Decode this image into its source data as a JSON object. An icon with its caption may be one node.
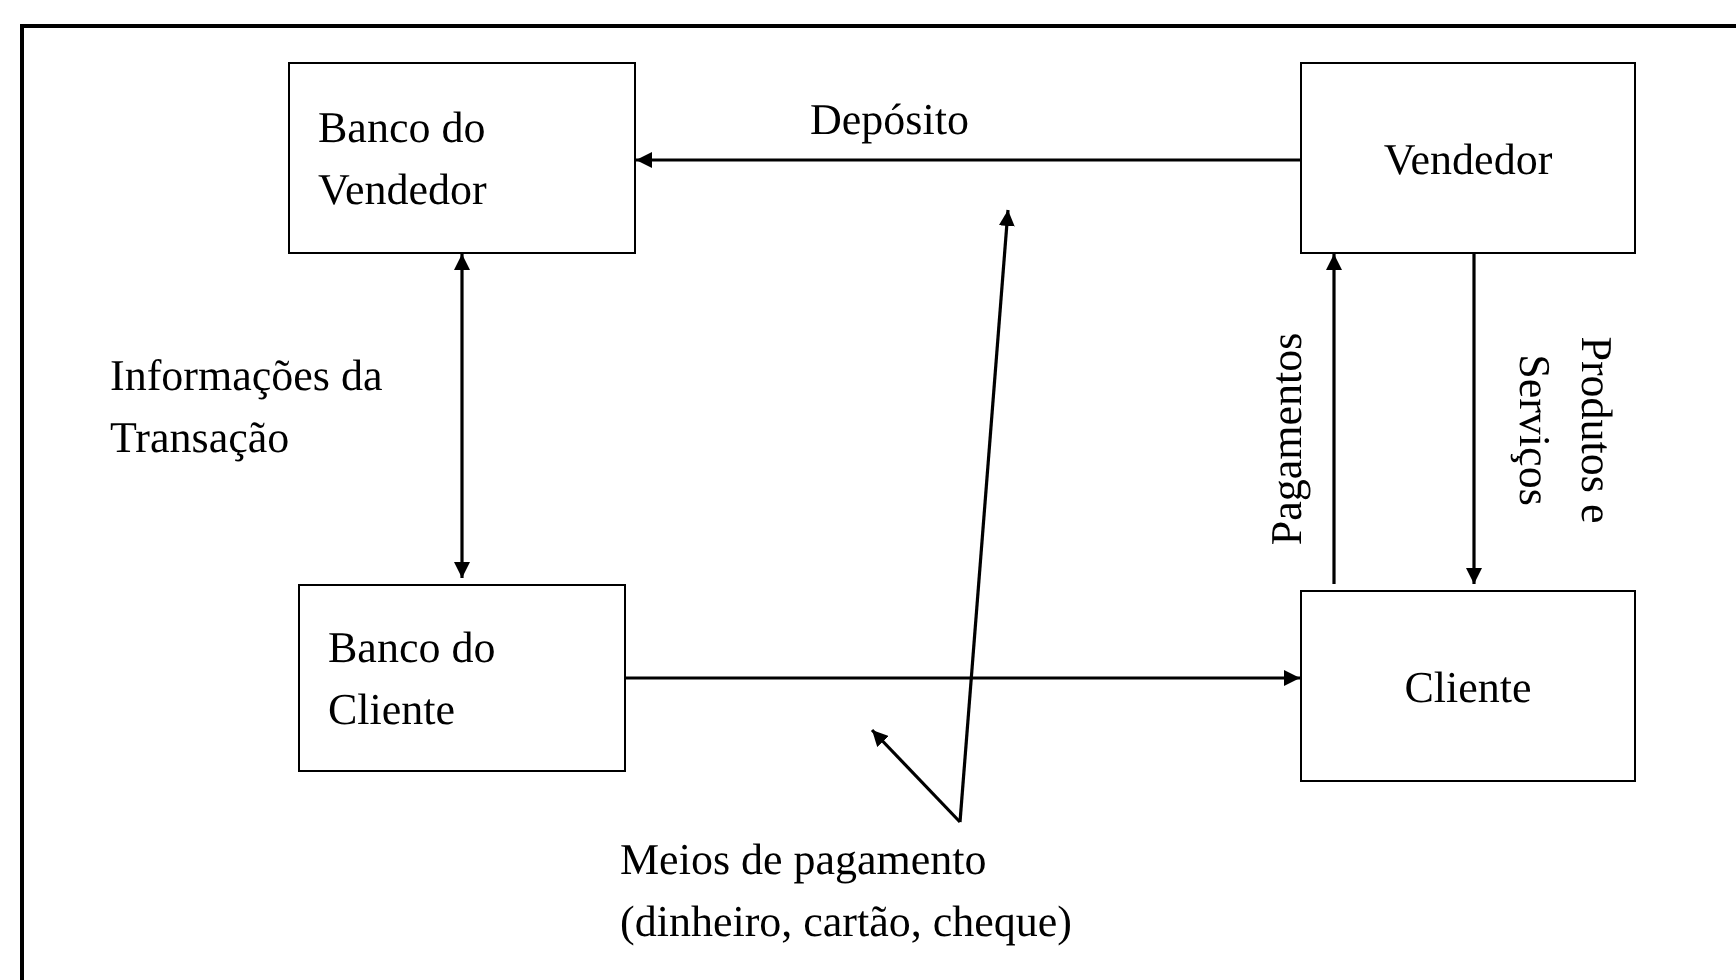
{
  "diagram": {
    "nodes": [
      {
        "text": [
          "Banco do Vendedor"
        ]
      },
      {
        "text": [
          "Vendedor"
        ]
      },
      {
        "text": [
          "Banco do Cliente"
        ]
      },
      {
        "text": [
          "Cliente"
        ]
      },
      {
        "text": [
          "Meios de pagamento (dinheiro, cartão, cheque)"
        ]
      }
    ],
    "edges": [
      {
        "from": 1,
        "to": 0,
        "arrow": "to",
        "label": "Depósito"
      },
      {
        "from": 0,
        "to": 2,
        "arrow": "both",
        "label": "Informações da Transação"
      },
      {
        "from": 2,
        "to": 3,
        "arrow": "to"
      },
      {
        "from": 3,
        "to": 1,
        "arrow": "to",
        "label": "Pagamentos"
      },
      {
        "from": 1,
        "to": 3,
        "arrow": "to",
        "label": "Produtos e Serviços"
      },
      {
        "from": 4,
        "to": null,
        "arrow": "to"
      },
      {
        "from": 4,
        "to": null,
        "arrow": "to"
      }
    ]
  }
}
